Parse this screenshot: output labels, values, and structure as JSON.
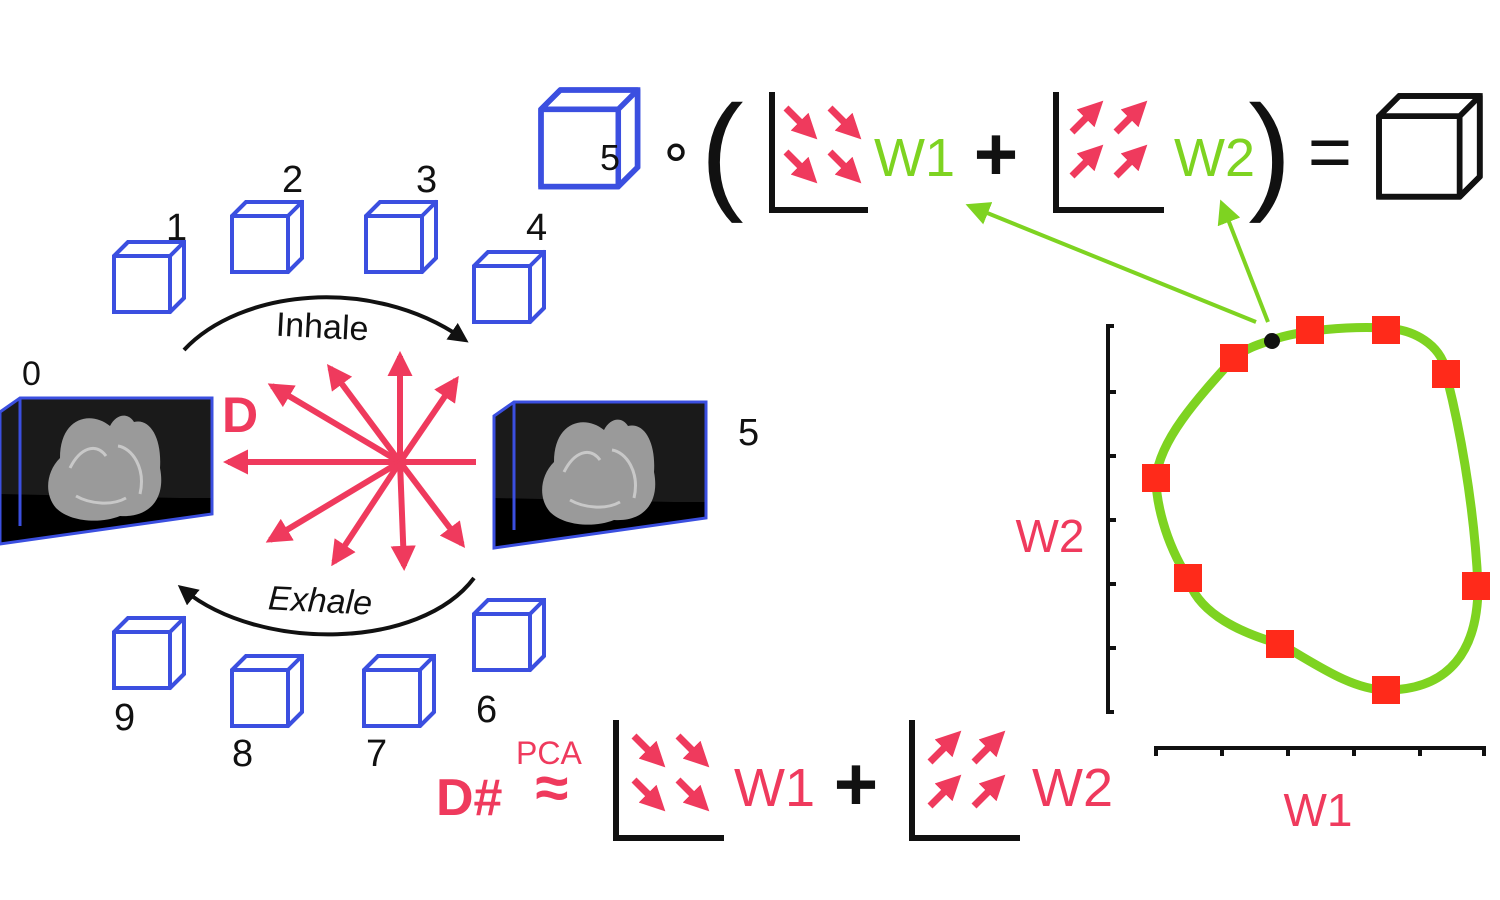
{
  "phase_labels": [
    "0",
    "1",
    "2",
    "3",
    "4",
    "5",
    "6",
    "7",
    "8",
    "9"
  ],
  "inhale_label": "Inhale",
  "exhale_label": "Exhale",
  "displacement_label": "D",
  "equation_top": {
    "phase": "5",
    "compose_op": "∘",
    "open_paren": "(",
    "w1": "W1",
    "plus": "+",
    "w2": "W2",
    "close_paren": ")",
    "equals": "="
  },
  "equation_bottom": {
    "lhs": "D#",
    "approx": "≈",
    "method": "PCA",
    "w1": "W1",
    "plus": "+",
    "w2": "W2"
  },
  "plot": {
    "xlabel": "W1",
    "ylabel": "W2"
  },
  "colors": {
    "cube_blue": "#3b4fe0",
    "red": "#ef3a5d",
    "green": "#7ed321",
    "marker_red": "#ff2a1a",
    "black": "#111111"
  }
}
